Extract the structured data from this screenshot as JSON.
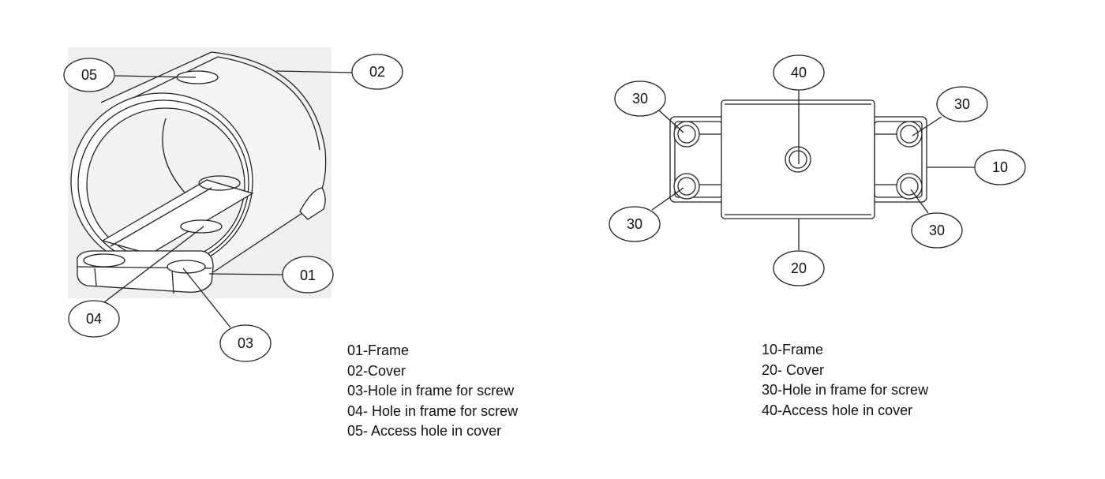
{
  "callouts": {
    "c01": "01",
    "c02": "02",
    "c03": "03",
    "c04": "04",
    "c05": "05",
    "c10": "10",
    "c20": "20",
    "c30a": "30",
    "c30b": "30",
    "c30c": "30",
    "c30d": "30",
    "c40": "40"
  },
  "legend_left": [
    "01-Frame",
    "02-Cover",
    "03-Hole in frame for screw",
    "04- Hole in frame for screw",
    "05- Access hole in cover"
  ],
  "legend_right": [
    "10-Frame",
    "20- Cover",
    "30-Hole in frame for screw",
    "40-Access hole in cover"
  ],
  "colors": {
    "line": "#222222",
    "image_bg": "#efefef",
    "part_fill": "#ffffff"
  }
}
